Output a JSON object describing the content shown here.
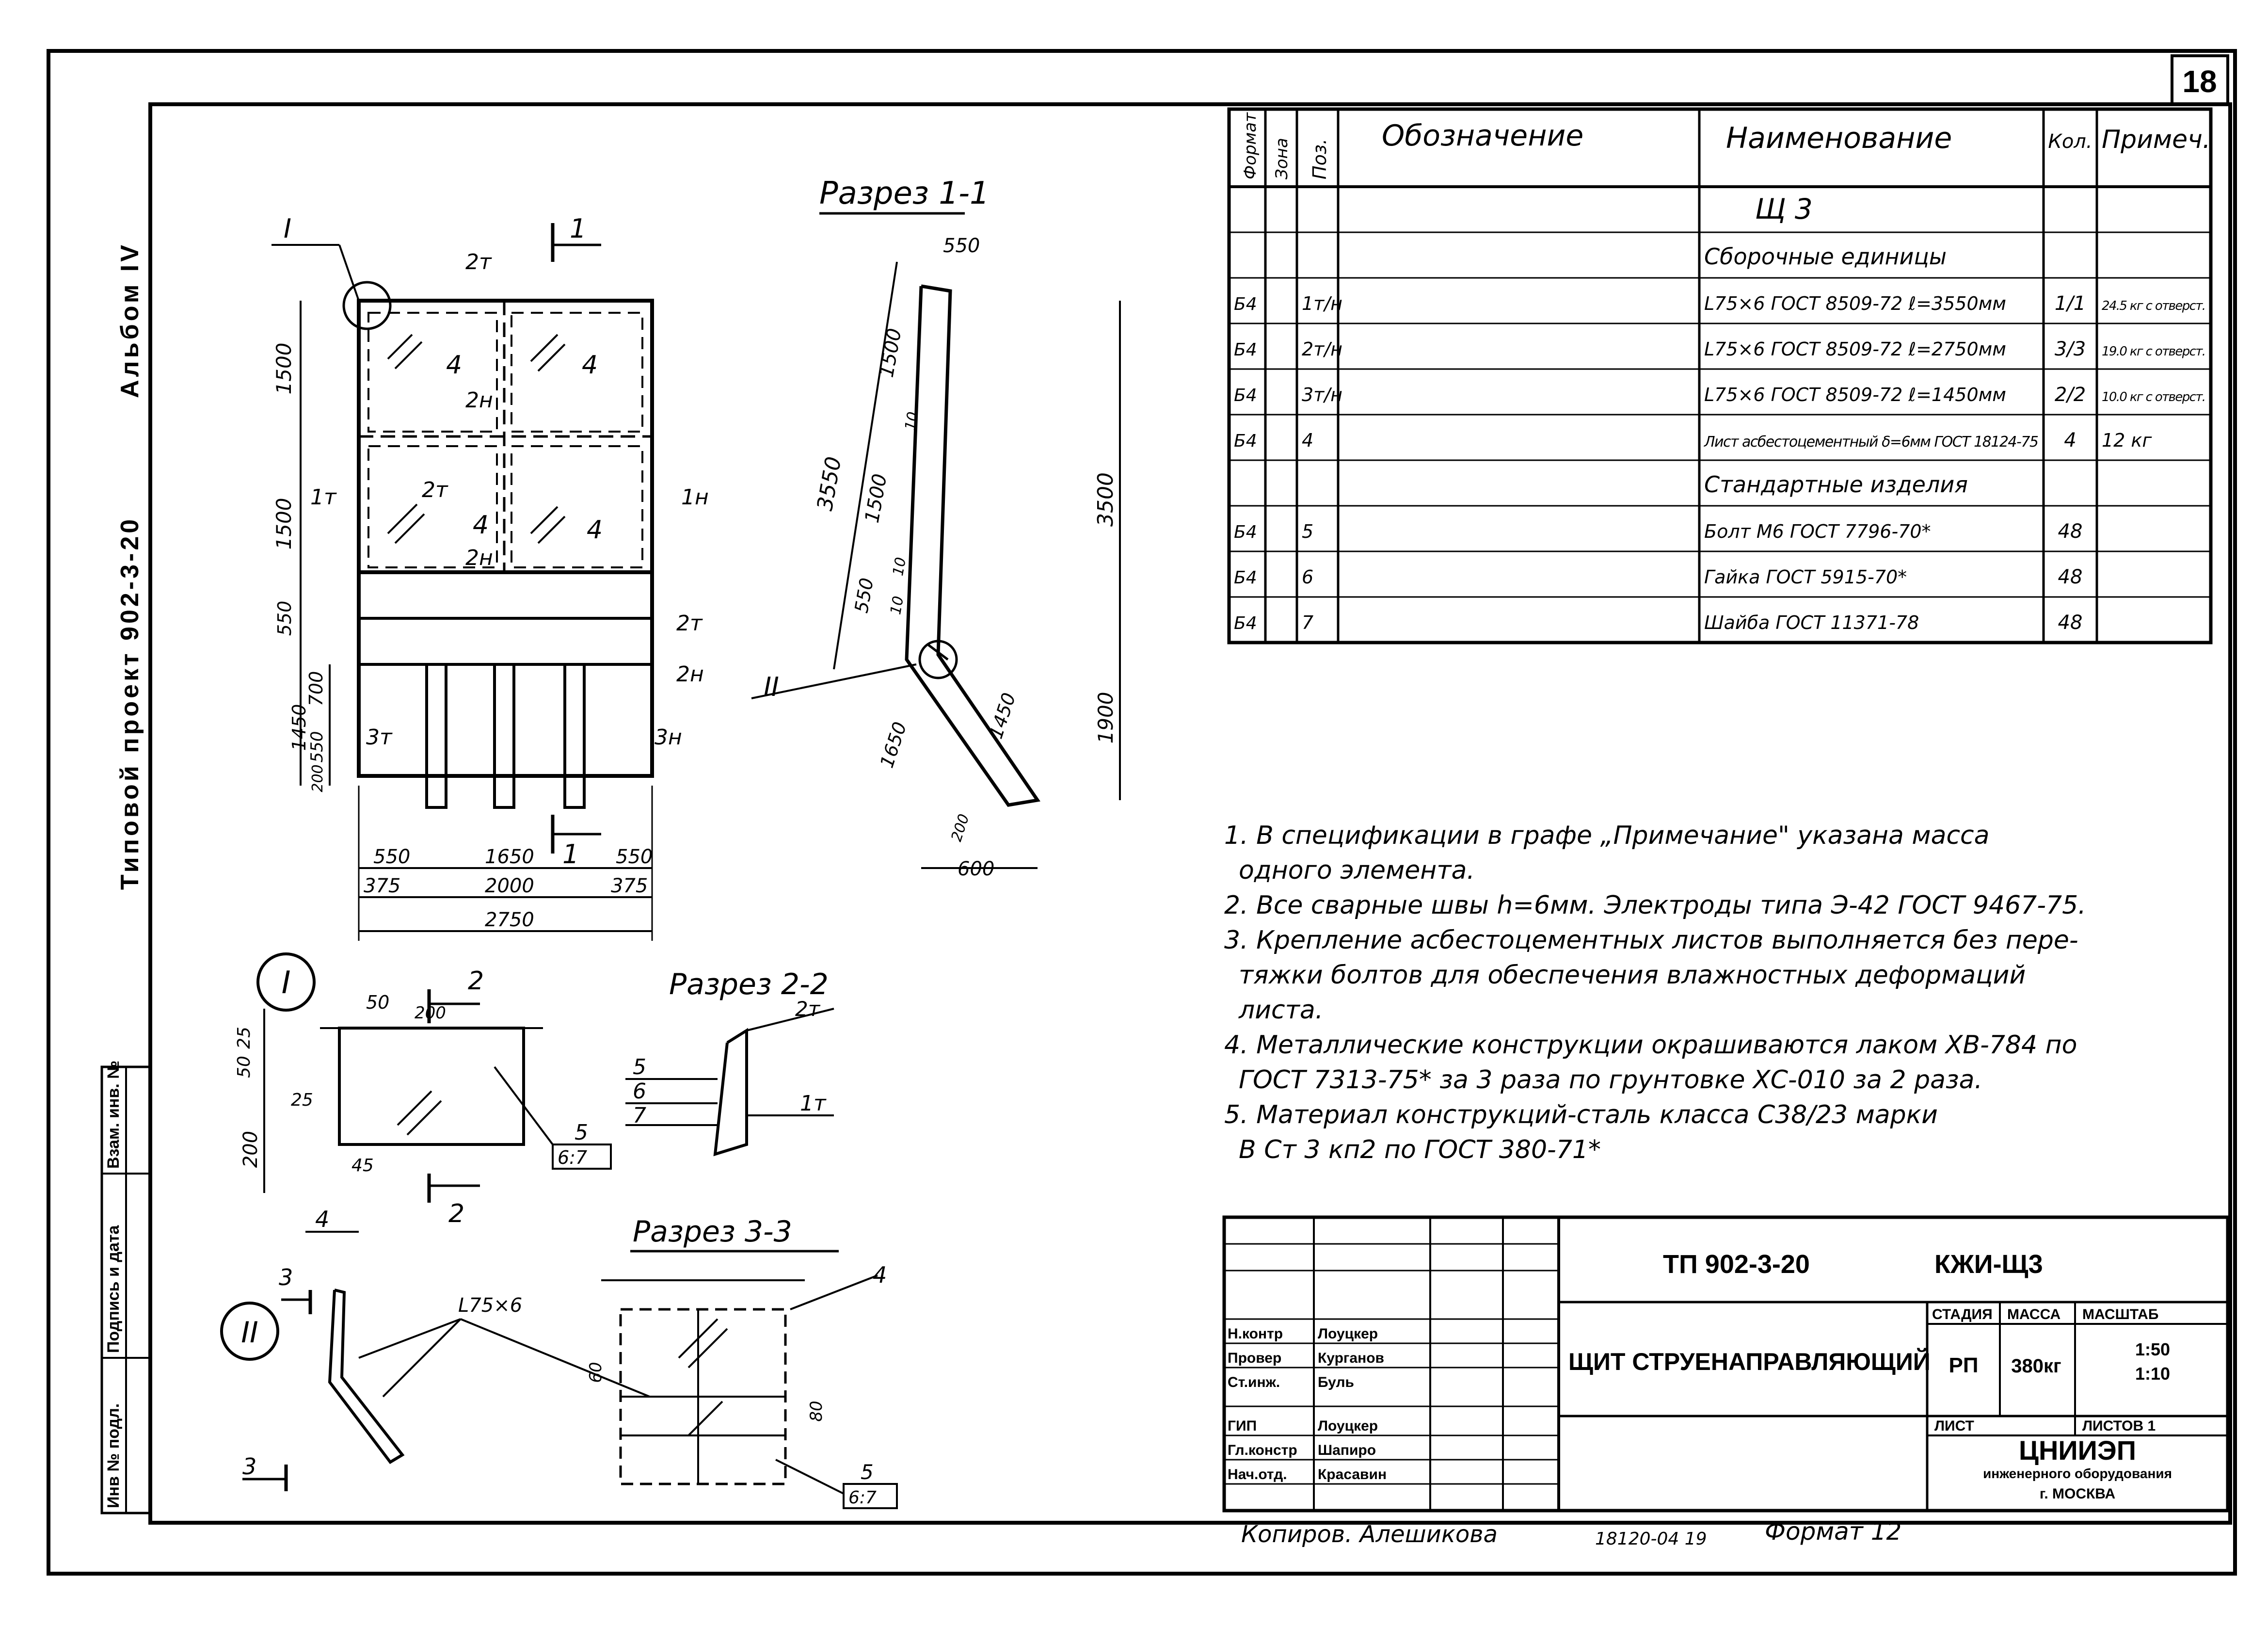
{
  "sheet_number": "18",
  "margin": {
    "album": "Альбом IV",
    "project": "Типовой проект 902-3-20",
    "stamp_cells": [
      "Инв № подл.",
      "Подпись и дата",
      "Взам. инв. №"
    ]
  },
  "views": {
    "section_1_1": "Разрез 1-1",
    "section_2_2": "Разрез 2-2",
    "section_3_3": "Разрез 3-3",
    "node_I": "I",
    "node_II": "II"
  },
  "front_view": {
    "dims_v": [
      "1500",
      "1500",
      "550",
      "700",
      "1450",
      "550",
      "200"
    ],
    "dims_h": [
      "550",
      "1650",
      "550",
      "375",
      "2000",
      "375",
      "2750"
    ],
    "marks": [
      "I",
      "1",
      "1",
      "2т",
      "2н",
      "2т",
      "2н",
      "1т",
      "1н",
      "2т",
      "2н",
      "3т",
      "3н",
      "4",
      "4",
      "4",
      "4"
    ]
  },
  "section11_dims": [
    "550",
    "1500",
    "10",
    "3550",
    "1500",
    "10",
    "550",
    "10",
    "3500",
    "1900",
    "1450",
    "1650",
    "200",
    "600",
    "II"
  ],
  "node_I_dims": [
    "2",
    "2",
    "50",
    "200",
    "25",
    "50",
    "25",
    "200",
    "45",
    "4",
    "5",
    "6:7"
  ],
  "section22_marks": [
    "2т",
    "5",
    "6",
    "7",
    "1т"
  ],
  "section33_marks": [
    "3",
    "3",
    "L75×6",
    "4",
    "60",
    "80",
    "5",
    "6:7"
  ],
  "spec": {
    "headers": [
      "Формат",
      "Зона",
      "Поз.",
      "Обозначение",
      "Наименование",
      "Кол.",
      "Примеч."
    ],
    "rows": [
      {
        "fmt": "",
        "pos": "",
        "name": "Щ 3",
        "qty": "",
        "note": "",
        "kind": "title"
      },
      {
        "fmt": "",
        "pos": "",
        "name": "Сборочные единицы",
        "qty": "",
        "note": "",
        "kind": "section"
      },
      {
        "fmt": "Б4",
        "pos": "1т/н",
        "name": "L75×6 ГОСТ 8509-72 ℓ=3550мм",
        "qty": "1/1",
        "note": "24.5 кг с отверст.",
        "kind": "row"
      },
      {
        "fmt": "Б4",
        "pos": "2т/н",
        "name": "L75×6 ГОСТ 8509-72 ℓ=2750мм",
        "qty": "3/3",
        "note": "19.0 кг с отверст.",
        "kind": "row"
      },
      {
        "fmt": "Б4",
        "pos": "3т/н",
        "name": "L75×6 ГОСТ 8509-72 ℓ=1450мм",
        "qty": "2/2",
        "note": "10.0 кг с отверст.",
        "kind": "row"
      },
      {
        "fmt": "Б4",
        "pos": "4",
        "name": "Лист асбестоцементный δ=6мм ГОСТ 18124-75",
        "qty": "4",
        "note": "12 кг",
        "kind": "row"
      },
      {
        "fmt": "",
        "pos": "",
        "name": "Стандартные изделия",
        "qty": "",
        "note": "",
        "kind": "section"
      },
      {
        "fmt": "Б4",
        "pos": "5",
        "name": "Болт М6 ГОСТ 7796-70*",
        "qty": "48",
        "note": "",
        "kind": "row"
      },
      {
        "fmt": "Б4",
        "pos": "6",
        "name": "Гайка ГОСТ 5915-70*",
        "qty": "48",
        "note": "",
        "kind": "row"
      },
      {
        "fmt": "Б4",
        "pos": "7",
        "name": "Шайба ГОСТ 11371-78",
        "qty": "48",
        "note": "",
        "kind": "row"
      }
    ]
  },
  "notes": [
    "1. В спецификации в графе „Примечание\" указана масса",
    "одного элемента.",
    "2. Все сварные швы h=6мм. Электроды типа Э-42 ГОСТ 9467-75.",
    "3. Крепление асбестоцементных листов выполняется без пере-",
    "тяжки болтов для обеспечения влажностных деформаций",
    "листа.",
    "4. Металлические конструкции окрашиваются лаком ХВ-784 по",
    "ГОСТ 7313-75* за 3 раза по грунтовке ХС-010 за 2 раза.",
    "5. Материал конструкций-сталь класса С38/23 марки",
    "В Ст 3 кп2 по ГОСТ 380-71*"
  ],
  "title_block": {
    "doc_code": "ТП 902-3-20",
    "mark": "КЖИ-Щ3",
    "title": "ЩИТ СТРУЕНАПРАВЛЯЮЩИЙ",
    "stage_label": "СТАДИЯ",
    "mass_label": "МАССА",
    "scale_label": "МАСШТАБ",
    "stage": "РП",
    "mass": "380кг",
    "scales": [
      "1:50",
      "1:10"
    ],
    "sheet_label": "ЛИСТ",
    "sheets_label": "ЛИСТОВ 1",
    "org": "ЦНИИЭП",
    "org_sub": "инженерного оборудования",
    "city": "г. МОСКВА",
    "staff": [
      {
        "role": "Н.контр",
        "name": "Лоуцкер"
      },
      {
        "role": "Провер",
        "name": "Курганов"
      },
      {
        "role": "Ст.инж.",
        "name": "Буль"
      },
      {
        "role": "ГИП",
        "name": "Лоуцкер"
      },
      {
        "role": "Гл.констр",
        "name": "Шапиро"
      },
      {
        "role": "Нач.отд.",
        "name": "Красавин"
      }
    ]
  },
  "footer": {
    "copied": "Копиров. Алешикова",
    "order": "18120-04 19",
    "format": "Формат 12"
  }
}
